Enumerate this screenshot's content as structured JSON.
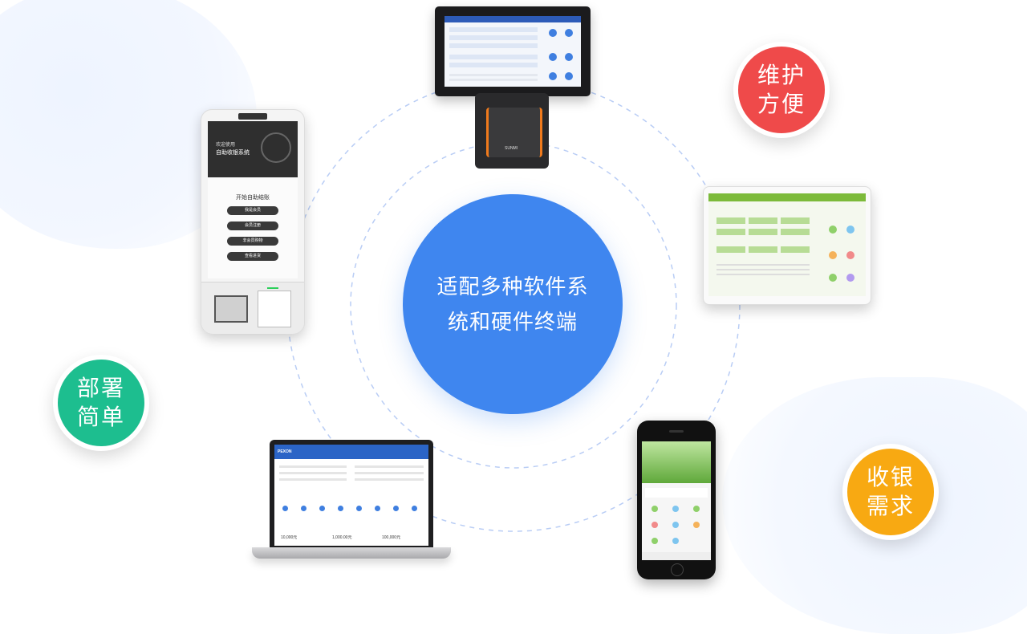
{
  "center": {
    "line1": "适配多种软件系",
    "line2": "统和硬件终端"
  },
  "badges": {
    "maintenance": {
      "line1": "维护",
      "line2": "方便",
      "color": "#ef4a4a"
    },
    "deploy": {
      "line1": "部署",
      "line2": "简单",
      "color": "#1dbe8f"
    },
    "checkout": {
      "line1": "收银",
      "line2": "需求",
      "color": "#f8a912"
    }
  },
  "kiosk": {
    "welcome": "欢迎使用",
    "system_name": "自助收银系统",
    "start": "开始自助结账",
    "buttons": [
      "我是会员",
      "会员注册",
      "非会员购物",
      "查看进货"
    ]
  },
  "laptop": {
    "brand": "PEXON",
    "amounts": [
      "10,000元",
      "1,000.00元",
      "100,000元"
    ]
  },
  "pos": {
    "brand": "SUNMI"
  }
}
